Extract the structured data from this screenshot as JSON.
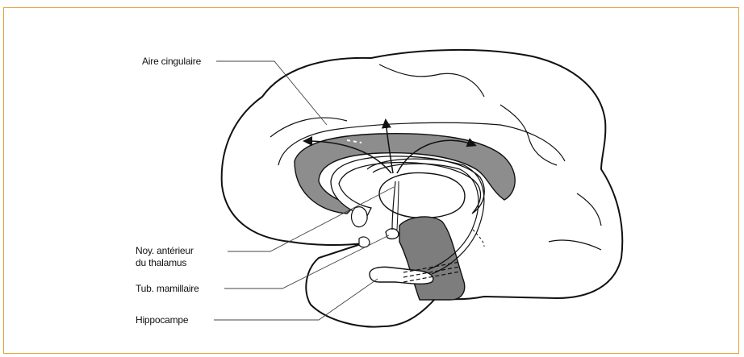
{
  "labels": {
    "aire_cingulaire": "Aire cingulaire",
    "noyau_line1": "Noy. antérieur",
    "noyau_line2": "du thalamus",
    "tub_mamillaire": "Tub. mamillaire",
    "hippocampe": "Hippocampe"
  },
  "colors": {
    "frame_border": "#e8a23a",
    "stroke": "#111111",
    "cingulate_fill": "#8d8d8d",
    "stem_fill": "#7d7d7d"
  }
}
